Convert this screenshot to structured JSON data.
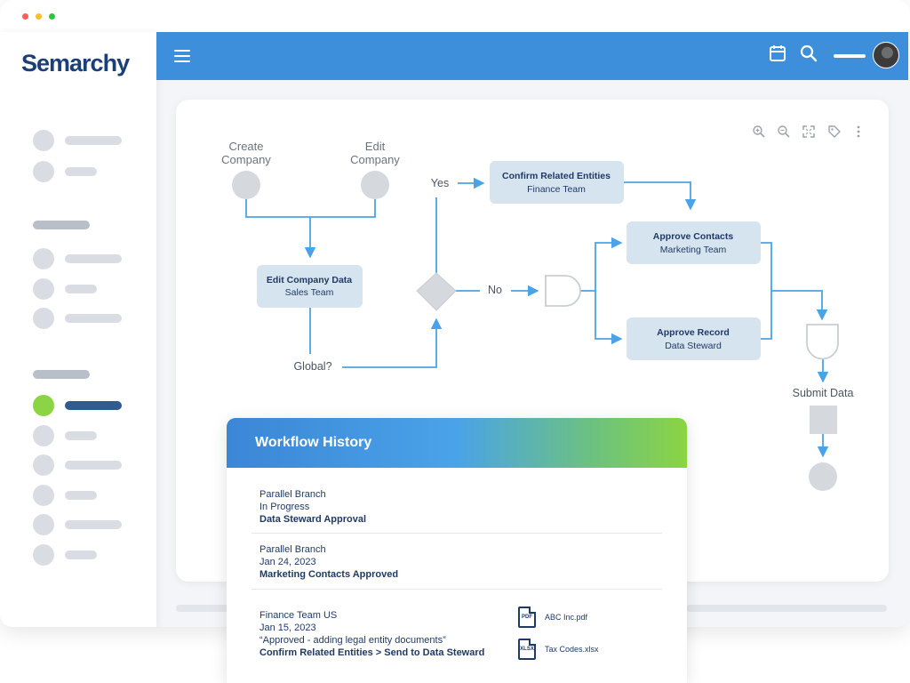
{
  "app": {
    "logo": "Semarchy",
    "logo_suffix": "y"
  },
  "colors": {
    "topbar": "#3d8edb",
    "node_fill": "#d6e4f0",
    "node_text": "#1f3a64",
    "edge": "#4aa3e8",
    "active_nav": "#8bd444"
  },
  "topbar": {
    "menu_icon": "hamburger-icon",
    "calendar_icon": "calendar-icon",
    "search_icon": "search-icon"
  },
  "toolbar": {
    "icons": [
      "zoom-in-icon",
      "zoom-out-icon",
      "fit-screen-icon",
      "tag-icon",
      "more-vertical-icon"
    ]
  },
  "workflow": {
    "create_company": [
      "Create",
      "Company"
    ],
    "edit_company": [
      "Edit",
      "Company"
    ],
    "edit_company_data": {
      "title": "Edit Company Data",
      "role": "Sales Team"
    },
    "global_label": "Global?",
    "yes_label": "Yes",
    "no_label": "No",
    "confirm_related": {
      "title": "Confirm Related Entities",
      "role": "Finance Team"
    },
    "approve_contacts": {
      "title": "Approve Contacts",
      "role": "Marketing Team"
    },
    "approve_record": {
      "title": "Approve Record",
      "role": "Data Steward"
    },
    "submit_data": "Submit Data"
  },
  "history": {
    "title": "Workflow History",
    "entries": [
      {
        "line1": "Parallel Branch",
        "line2": "In Progress",
        "line3": "Data Steward Approval"
      },
      {
        "line1": "Parallel Branch",
        "line2": "Jan 24, 2023",
        "line3": "Marketing Contacts Approved"
      },
      {
        "line1": "Finance Team US",
        "line2": "Jan 15, 2023",
        "line3": "“Approved - adding legal entity documents”",
        "line4": "Confirm Related Entities > Send to Data Steward"
      }
    ],
    "files": [
      {
        "type": "PDF",
        "name": "ABC Inc.pdf"
      },
      {
        "type": "XLSX",
        "name": "Tax Codes.xlsx"
      }
    ]
  }
}
